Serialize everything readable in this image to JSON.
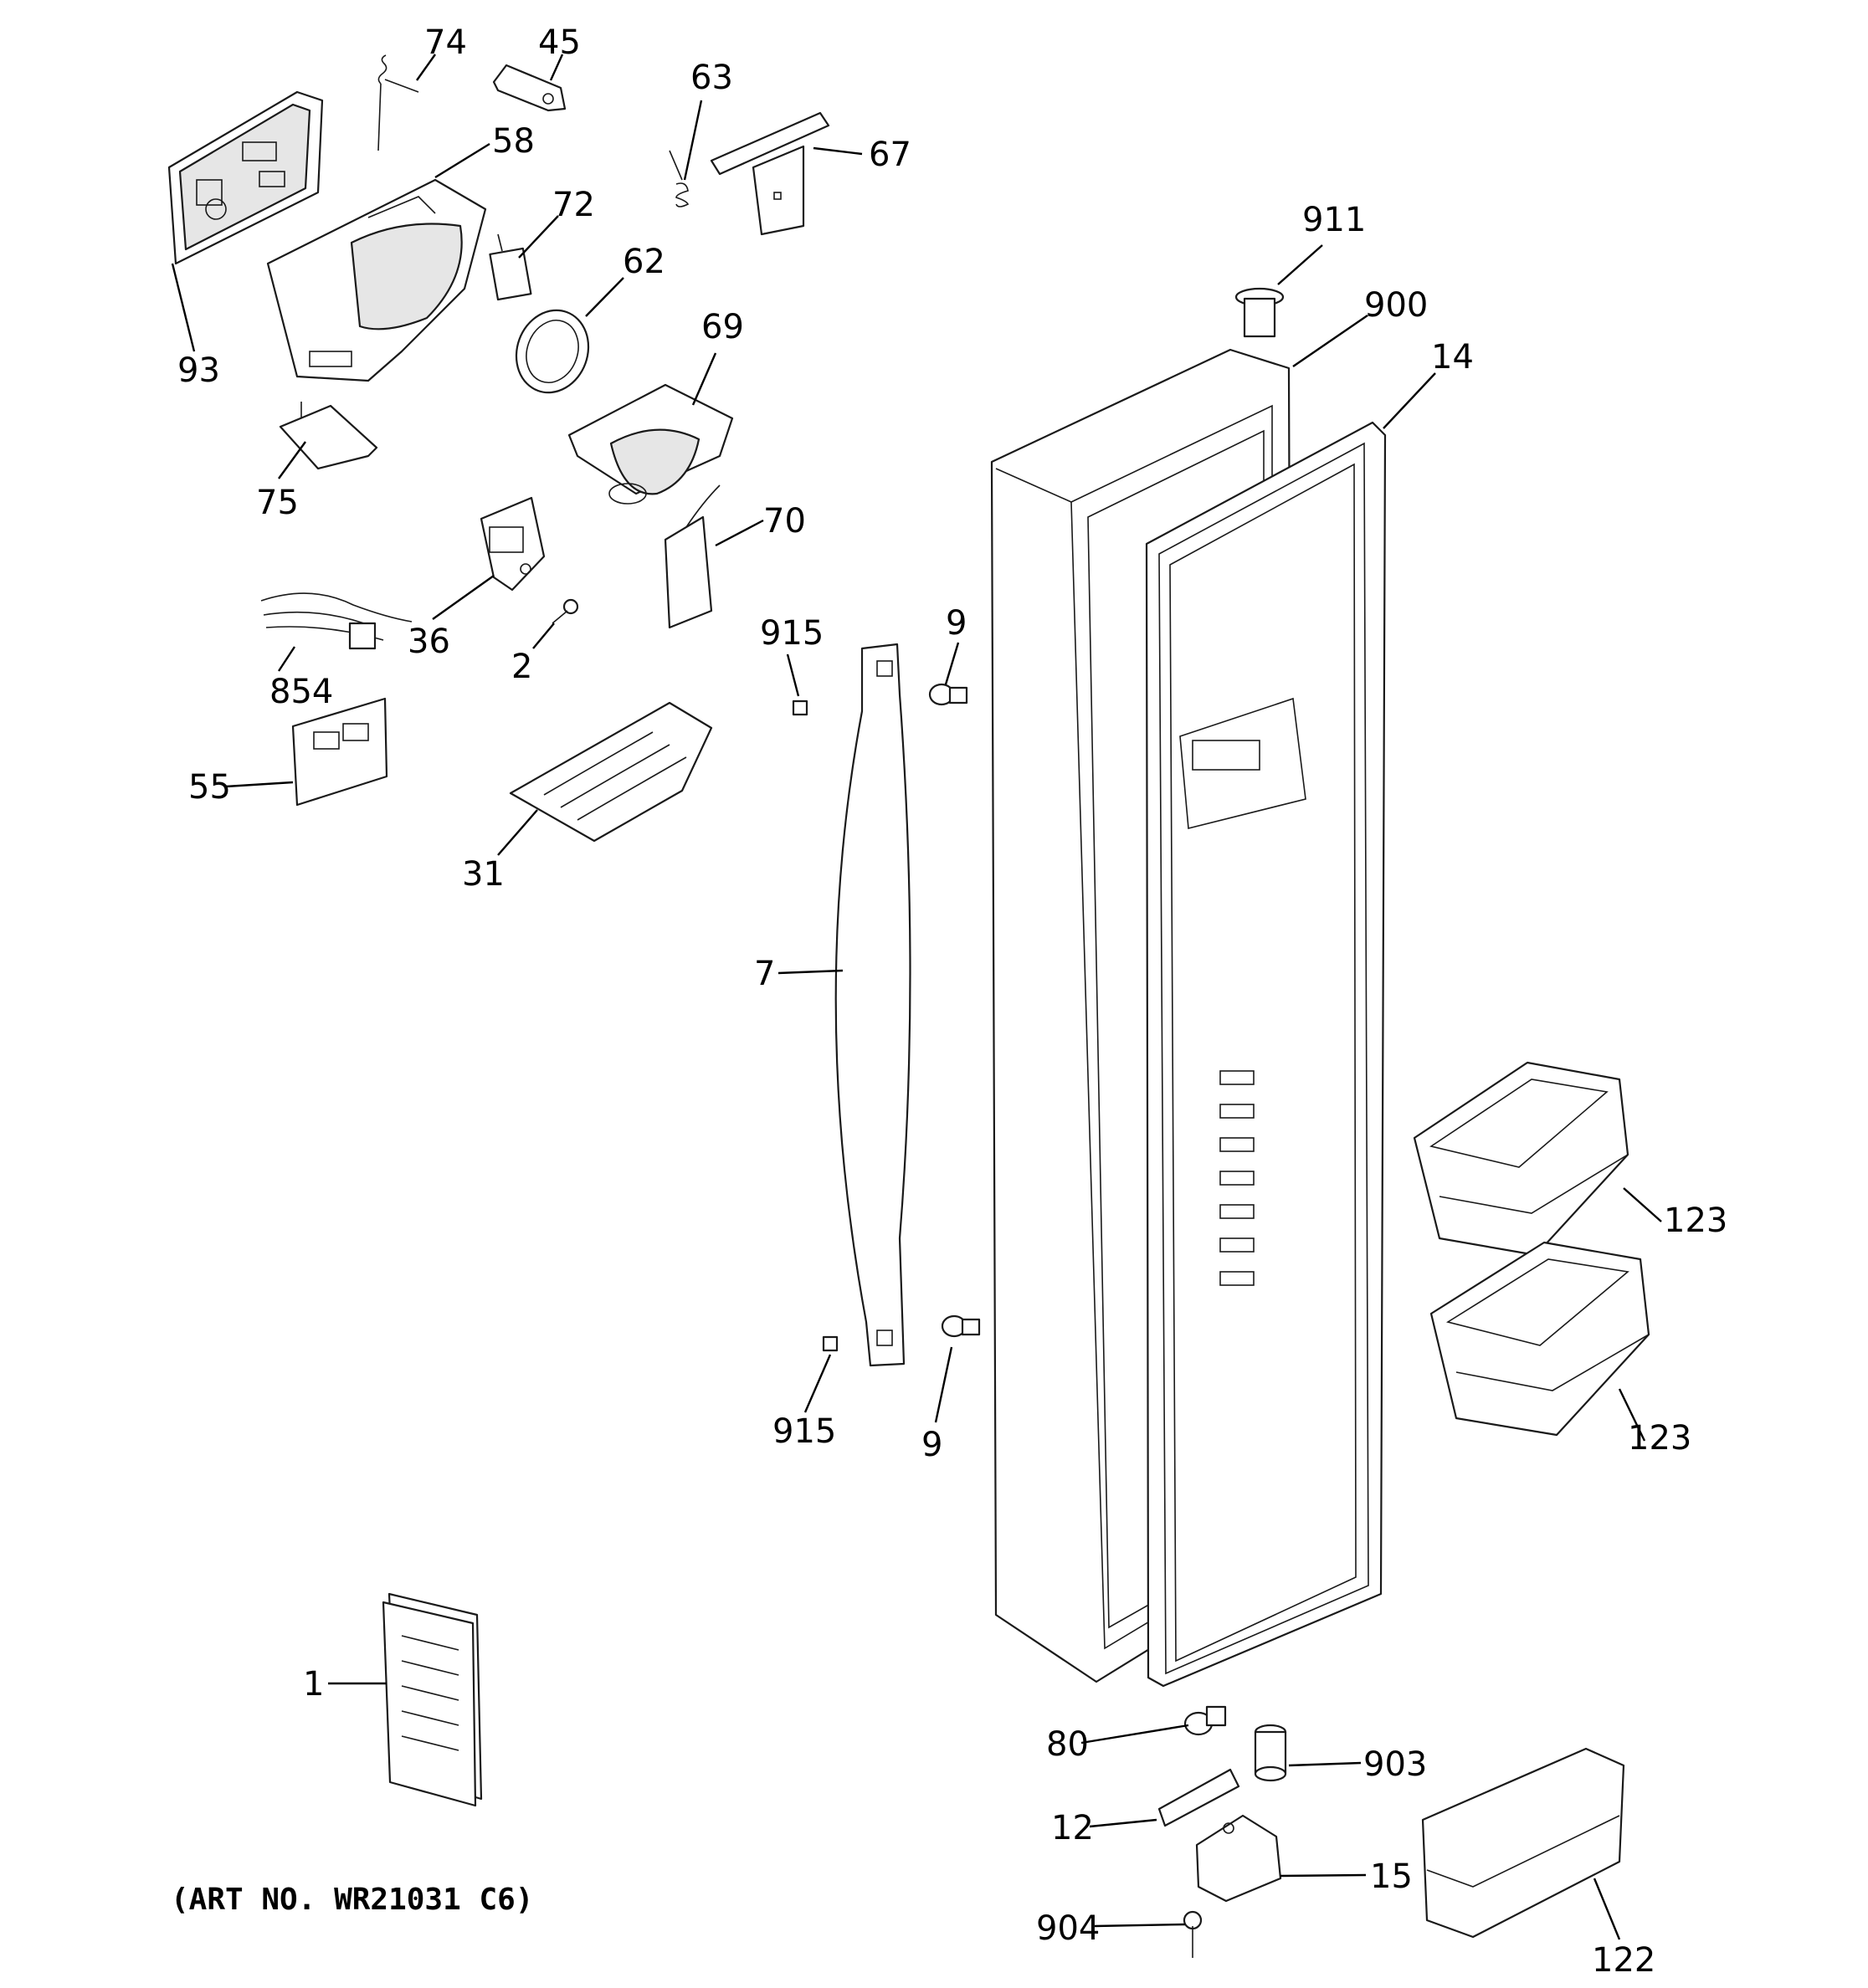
{
  "art_number": "(ART NO. WR21031 C6)",
  "callouts": [
    {
      "id": "p74",
      "label": "74"
    },
    {
      "id": "p45",
      "label": "45"
    },
    {
      "id": "p63",
      "label": "63"
    },
    {
      "id": "p67",
      "label": "67"
    },
    {
      "id": "p58",
      "label": "58"
    },
    {
      "id": "p72",
      "label": "72"
    },
    {
      "id": "p62",
      "label": "62"
    },
    {
      "id": "p93",
      "label": "93"
    },
    {
      "id": "p69",
      "label": "69"
    },
    {
      "id": "p911",
      "label": "911"
    },
    {
      "id": "p900",
      "label": "900"
    },
    {
      "id": "p14",
      "label": "14"
    },
    {
      "id": "p75",
      "label": "75"
    },
    {
      "id": "p70",
      "label": "70"
    },
    {
      "id": "p36",
      "label": "36"
    },
    {
      "id": "p2",
      "label": "2"
    },
    {
      "id": "p854",
      "label": "854"
    },
    {
      "id": "p915a",
      "label": "915"
    },
    {
      "id": "p9a",
      "label": "9"
    },
    {
      "id": "p55",
      "label": "55"
    },
    {
      "id": "p31",
      "label": "31"
    },
    {
      "id": "p7",
      "label": "7"
    },
    {
      "id": "p123a",
      "label": "123"
    },
    {
      "id": "p123b",
      "label": "123"
    },
    {
      "id": "p915b",
      "label": "915"
    },
    {
      "id": "p9b",
      "label": "9"
    },
    {
      "id": "p1",
      "label": "1"
    },
    {
      "id": "p80",
      "label": "80"
    },
    {
      "id": "p903",
      "label": "903"
    },
    {
      "id": "p12",
      "label": "12"
    },
    {
      "id": "p15",
      "label": "15"
    },
    {
      "id": "p904",
      "label": "904"
    },
    {
      "id": "p122",
      "label": "122"
    }
  ]
}
